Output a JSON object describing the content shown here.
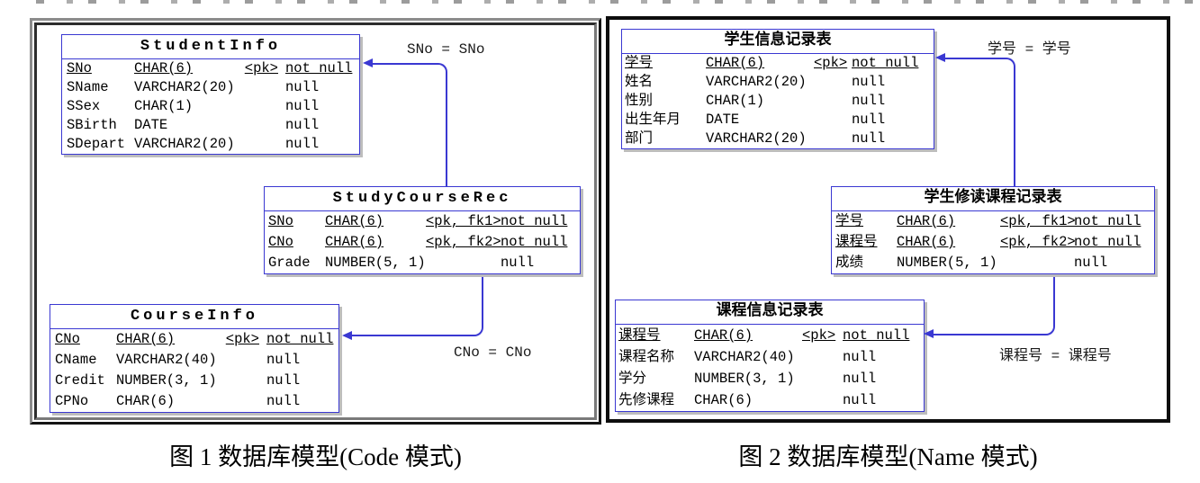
{
  "colors": {
    "entity_border": "#3a38d2",
    "connector": "#3a38d2",
    "frame_dark": "#141414",
    "frame_gray": "#8c8c8c",
    "table_shadow": "#bdbdbd"
  },
  "figures": [
    {
      "caption": "图 1 数据库模型(Code 模式)",
      "tables": [
        {
          "title": "StudentInfo",
          "rows": [
            {
              "name": "SNo",
              "type": "CHAR(6)",
              "key": "<pk>",
              "nullable": "not null"
            },
            {
              "name": "SName",
              "type": "VARCHAR2(20)",
              "key": "",
              "nullable": "null"
            },
            {
              "name": "SSex",
              "type": "CHAR(1)",
              "key": "",
              "nullable": "null"
            },
            {
              "name": "SBirth",
              "type": "DATE",
              "key": "",
              "nullable": "null"
            },
            {
              "name": "SDepart",
              "type": "VARCHAR2(20)",
              "key": "",
              "nullable": "null"
            }
          ]
        },
        {
          "title": "StudyCourseRec",
          "rows": [
            {
              "name": "SNo",
              "type": "CHAR(6)",
              "key": "<pk, fk1>",
              "nullable": "not null"
            },
            {
              "name": "CNo",
              "type": "CHAR(6)",
              "key": "<pk, fk2>",
              "nullable": "not null"
            },
            {
              "name": "Grade",
              "type": "NUMBER(5, 1)",
              "key": "",
              "nullable": "null"
            }
          ]
        },
        {
          "title": "CourseInfo",
          "rows": [
            {
              "name": "CNo",
              "type": "CHAR(6)",
              "key": "<pk>",
              "nullable": "not null"
            },
            {
              "name": "CName",
              "type": "VARCHAR2(40)",
              "key": "",
              "nullable": "null"
            },
            {
              "name": "Credit",
              "type": "NUMBER(3, 1)",
              "key": "",
              "nullable": "null"
            },
            {
              "name": "CPNo",
              "type": "CHAR(6)",
              "key": "",
              "nullable": "null"
            }
          ]
        }
      ],
      "relations": [
        {
          "label": "SNo = SNo"
        },
        {
          "label": "CNo = CNo"
        }
      ]
    },
    {
      "caption": "图 2 数据库模型(Name 模式)",
      "tables": [
        {
          "title": "学生信息记录表",
          "rows": [
            {
              "name": "学号",
              "type": "CHAR(6)",
              "key": "<pk>",
              "nullable": "not null"
            },
            {
              "name": "姓名",
              "type": "VARCHAR2(20)",
              "key": "",
              "nullable": "null"
            },
            {
              "name": "性别",
              "type": "CHAR(1)",
              "key": "",
              "nullable": "null"
            },
            {
              "name": "出生年月",
              "type": "DATE",
              "key": "",
              "nullable": "null"
            },
            {
              "name": "部门",
              "type": "VARCHAR2(20)",
              "key": "",
              "nullable": "null"
            }
          ]
        },
        {
          "title": "学生修读课程记录表",
          "rows": [
            {
              "name": "学号",
              "type": "CHAR(6)",
              "key": "<pk, fk1>",
              "nullable": "not null"
            },
            {
              "name": "课程号",
              "type": "CHAR(6)",
              "key": "<pk, fk2>",
              "nullable": "not null"
            },
            {
              "name": "成绩",
              "type": "NUMBER(5, 1)",
              "key": "",
              "nullable": "null"
            }
          ]
        },
        {
          "title": "课程信息记录表",
          "rows": [
            {
              "name": "课程号",
              "type": "CHAR(6)",
              "key": "<pk>",
              "nullable": "not null"
            },
            {
              "name": "课程名称",
              "type": "VARCHAR2(40)",
              "key": "",
              "nullable": "null"
            },
            {
              "name": "学分",
              "type": "NUMBER(3, 1)",
              "key": "",
              "nullable": "null"
            },
            {
              "name": "先修课程",
              "type": "CHAR(6)",
              "key": "",
              "nullable": "null"
            }
          ]
        }
      ],
      "relations": [
        {
          "label": "学号 = 学号"
        },
        {
          "label": "课程号 = 课程号"
        }
      ]
    }
  ]
}
